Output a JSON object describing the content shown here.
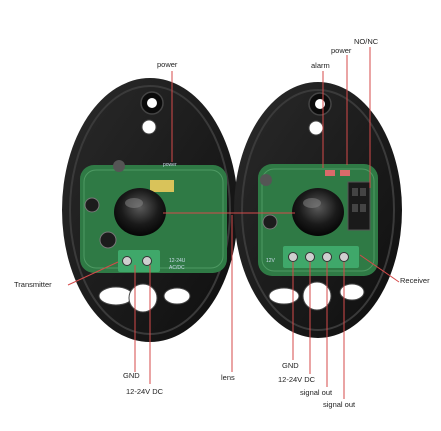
{
  "labels": {
    "power_left": "power",
    "power_right": "power",
    "no_nc": "NO/NC",
    "alarm": "alarm",
    "transmitter": "Transmitter",
    "receiver": "Receiver",
    "gnd_left": "GND",
    "dc_left": "12-24V DC",
    "lens": "lens",
    "gnd_right": "GND",
    "dc_right": "12-24V DC",
    "signal_out_1": "signal out",
    "signal_out_2": "signal out"
  },
  "pcb_text": {
    "power_silk": "power",
    "voltage_silk": "12-24U",
    "acdc_silk": "AC/DC",
    "rx_voltage_silk": "12V"
  },
  "colors": {
    "leader_line": "#d44a4a",
    "housing": "#1c1c1c",
    "pcb": "#2f7a45",
    "terminal": "#3fa86a"
  }
}
